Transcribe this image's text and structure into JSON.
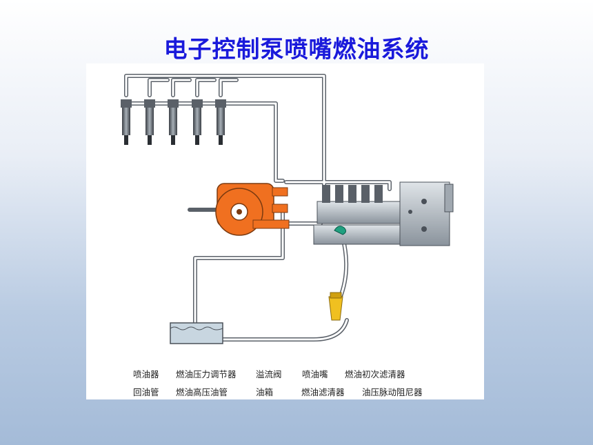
{
  "title": "电子控制泵喷嘴燃油系统",
  "legend": {
    "row1": [
      "喷油器",
      "燃油压力调节器",
      "溢流阀",
      "喷油嘴",
      "燃油初次滤清器"
    ],
    "row2": [
      "回油管",
      "燃油高压油管",
      "油箱",
      "燃油滤清器",
      "油压脉动阻尼器"
    ]
  },
  "colors": {
    "title": "#1a1adb",
    "pump": "#f07020",
    "filter": "#f0c020",
    "damper": "#20a080",
    "metal": "#a0a8b0",
    "pipe": "#5a6068",
    "fuel": "#c8d6e0"
  }
}
